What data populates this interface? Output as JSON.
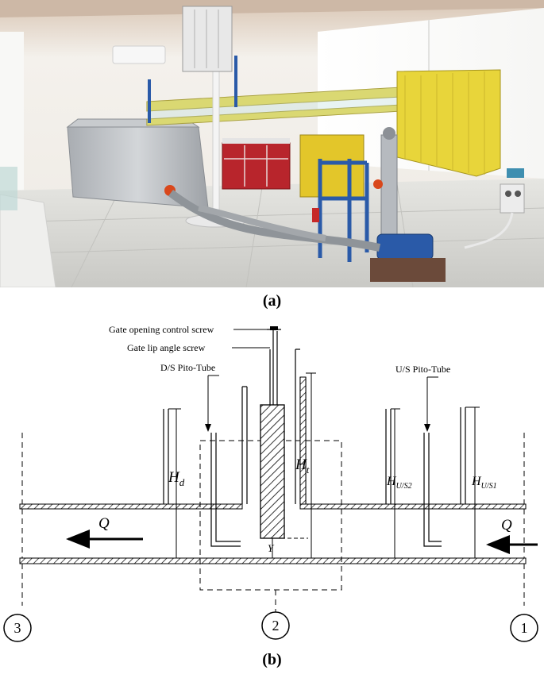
{
  "captions": {
    "a": "(a)",
    "b": "(b)"
  },
  "labels": {
    "gate_opening": "Gate opening control screw",
    "gate_lip": "Gate lip angle screw",
    "ds_pito": "D/S Pito-Tube",
    "us_pito": "U/S Pito-Tube"
  },
  "symbols": {
    "Hd": "H",
    "Hd_sub": "d",
    "Ht": "H",
    "Ht_sub": "t",
    "Hus2": "H",
    "Hus2_sub": "U/S2",
    "Hus1": "H",
    "Hus1_sub": "U/S1",
    "Q_left": "Q",
    "Q_right": "Q",
    "Y": "Y"
  },
  "sections": [
    "3",
    "2",
    "1"
  ],
  "colors": {
    "flume_yellow": "#e8d53a",
    "pipe_blue": "#2a5aa8",
    "panel_red": "#b8252c",
    "tank_gray": "#b9bcc0",
    "wall": "#f2efe9",
    "floor": "#dcdcd8"
  }
}
